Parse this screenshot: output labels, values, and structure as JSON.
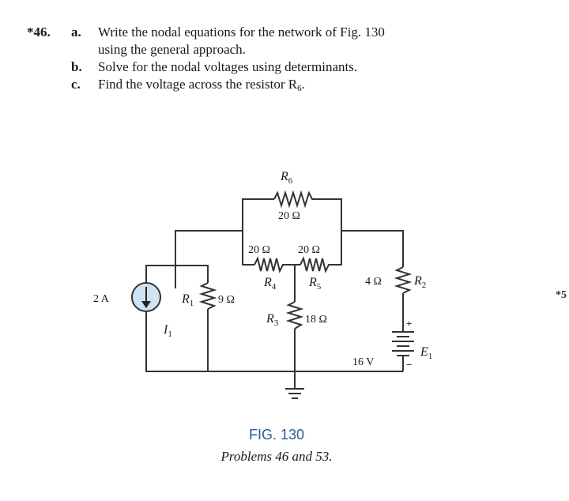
{
  "problem": {
    "number": "*46.",
    "parts": [
      {
        "label": "a.",
        "lines": [
          "Write the nodal equations for the network of Fig. 130",
          "using the general approach."
        ]
      },
      {
        "label": "b.",
        "lines": [
          "Solve for the nodal voltages using determinants."
        ]
      },
      {
        "label": "c.",
        "lines": [
          "Find the voltage across the resistor R"
        ],
        "subscript": "6",
        "suffix": "."
      }
    ]
  },
  "edge_mark": "*5",
  "circuit": {
    "R6": {
      "name": "R",
      "sub": "6",
      "value": "20 Ω"
    },
    "R4": {
      "name": "R",
      "sub": "4",
      "value": "20 Ω"
    },
    "R5": {
      "name": "R",
      "sub": "5",
      "value": "20 Ω"
    },
    "R2": {
      "name": "R",
      "sub": "2",
      "value": "4 Ω"
    },
    "R1": {
      "name": "R",
      "sub": "1",
      "value": "9 Ω"
    },
    "R3": {
      "name": "R",
      "sub": "3",
      "value": "18 Ω"
    },
    "source_I": {
      "value": "2 A",
      "name": "I",
      "sub": "1"
    },
    "source_E": {
      "value": "16 V",
      "name": "E",
      "sub": "1",
      "plus": "+",
      "minus": "−"
    }
  },
  "figure": {
    "title": "FIG. 130",
    "caption": "Problems 46 and 53."
  }
}
